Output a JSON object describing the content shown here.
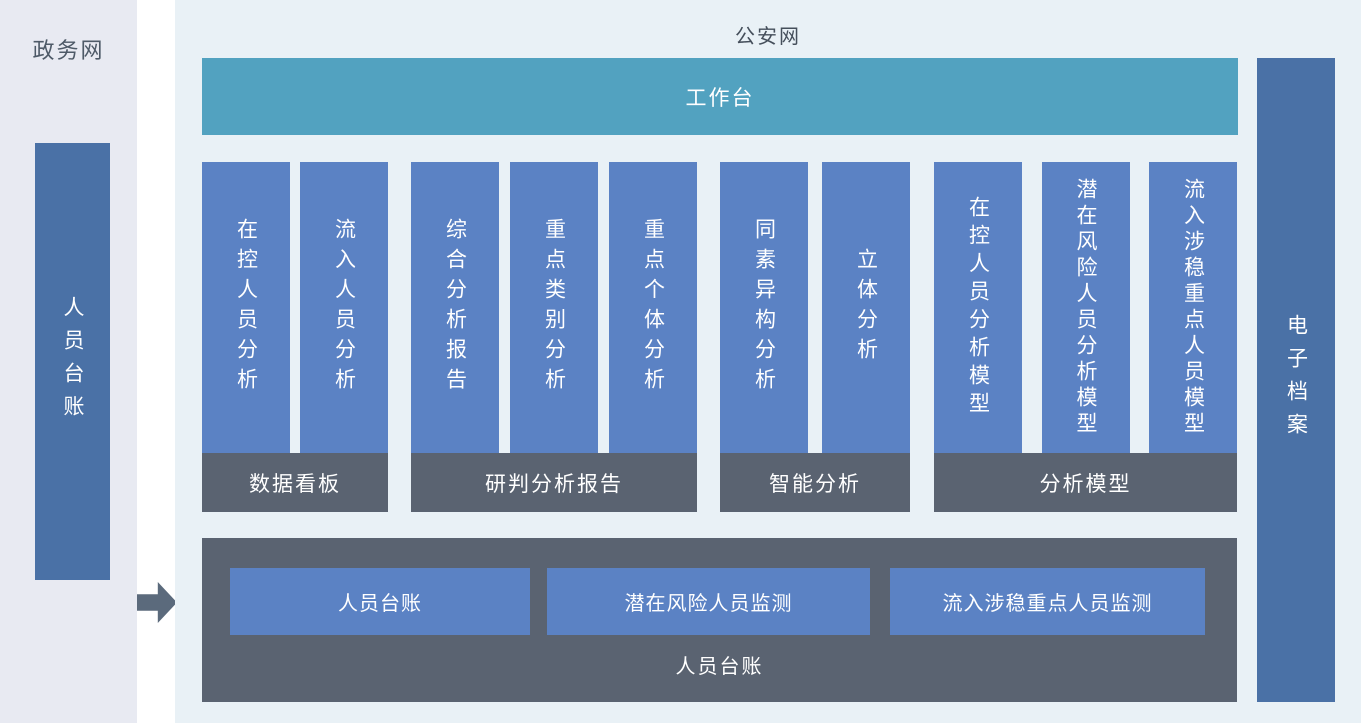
{
  "left_panel": {
    "title": "政务网",
    "bar_label": "人员台账"
  },
  "main_panel": {
    "title": "公安网",
    "workbench_label": "工作台",
    "groups": [
      {
        "label": "数据看板",
        "columns": [
          "在控人员分析",
          "流入人员分析"
        ]
      },
      {
        "label": "研判分析报告",
        "columns": [
          "综合分析报告",
          "重点类别分析",
          "重点个体分析"
        ]
      },
      {
        "label": "智能分析",
        "columns": [
          "同素异构分析",
          "立体分析"
        ]
      },
      {
        "label": "分析模型",
        "columns": [
          "在控人员分析模型",
          "潜在风险人员分析模型",
          "流入涉稳重点人员模型"
        ]
      }
    ],
    "bottom_panel": {
      "buttons": [
        "人员台账",
        "潜在风险人员监测",
        "流入涉稳重点人员监测"
      ],
      "label": "人员台账"
    },
    "right_bar_label": "电子档案"
  },
  "colors": {
    "left_panel_bg": "#e8eaf2",
    "main_panel_bg": "#e9f1f6",
    "dark_blue_bar": "#4a71a6",
    "pillar_blue": "#5b82c4",
    "workbench_teal": "#52a2c0",
    "gray_panel": "#5a6371",
    "arrow_gray": "#5b6a7c",
    "title_text": "#454f5b"
  }
}
